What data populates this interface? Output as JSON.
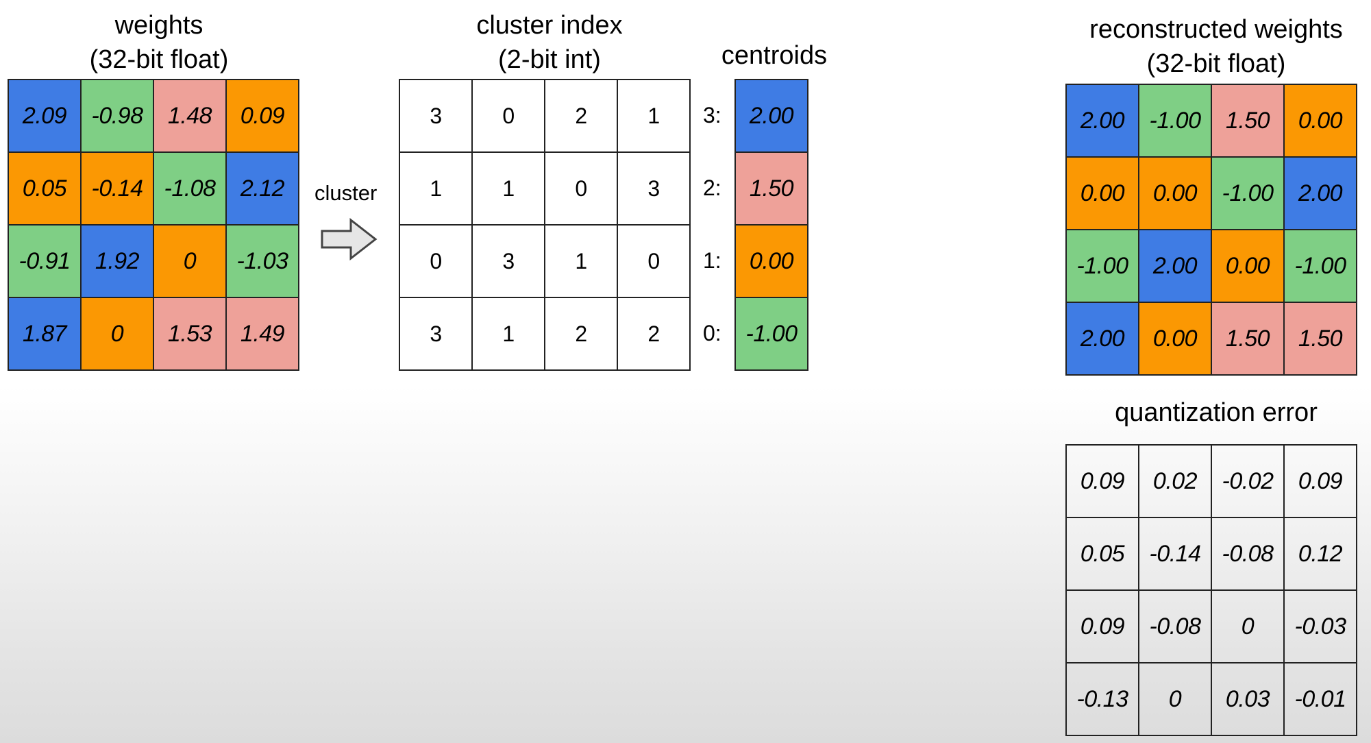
{
  "colors": {
    "blue": "#3f7ce4",
    "green": "#7fcf85",
    "red": "#eea199",
    "orange": "#fb9803"
  },
  "weights": {
    "title": "weights",
    "subtitle": "(32-bit float)",
    "cells": [
      [
        {
          "v": "2.09",
          "c": "blue"
        },
        {
          "v": "-0.98",
          "c": "green"
        },
        {
          "v": "1.48",
          "c": "red"
        },
        {
          "v": "0.09",
          "c": "orange"
        }
      ],
      [
        {
          "v": "0.05",
          "c": "orange"
        },
        {
          "v": "-0.14",
          "c": "orange"
        },
        {
          "v": "-1.08",
          "c": "green"
        },
        {
          "v": "2.12",
          "c": "blue"
        }
      ],
      [
        {
          "v": "-0.91",
          "c": "green"
        },
        {
          "v": "1.92",
          "c": "blue"
        },
        {
          "v": "0",
          "c": "orange"
        },
        {
          "v": "-1.03",
          "c": "green"
        }
      ],
      [
        {
          "v": "1.87",
          "c": "blue"
        },
        {
          "v": "0",
          "c": "orange"
        },
        {
          "v": "1.53",
          "c": "red"
        },
        {
          "v": "1.49",
          "c": "red"
        }
      ]
    ]
  },
  "arrow": {
    "label": "cluster",
    "icon": "right-arrow-icon"
  },
  "cluster_index": {
    "title": "cluster index",
    "subtitle": "(2-bit int)",
    "cells": [
      [
        "3",
        "0",
        "2",
        "1"
      ],
      [
        "1",
        "1",
        "0",
        "3"
      ],
      [
        "0",
        "3",
        "1",
        "0"
      ],
      [
        "3",
        "1",
        "2",
        "2"
      ]
    ]
  },
  "centroids": {
    "title": "centroids",
    "items": [
      {
        "label": "3:",
        "v": "2.00",
        "c": "blue"
      },
      {
        "label": "2:",
        "v": "1.50",
        "c": "red"
      },
      {
        "label": "1:",
        "v": "0.00",
        "c": "orange"
      },
      {
        "label": "0:",
        "v": "-1.00",
        "c": "green"
      }
    ]
  },
  "reconstructed": {
    "title": "reconstructed weights",
    "subtitle": "(32-bit float)",
    "cells": [
      [
        {
          "v": "2.00",
          "c": "blue"
        },
        {
          "v": "-1.00",
          "c": "green"
        },
        {
          "v": "1.50",
          "c": "red"
        },
        {
          "v": "0.00",
          "c": "orange"
        }
      ],
      [
        {
          "v": "0.00",
          "c": "orange"
        },
        {
          "v": "0.00",
          "c": "orange"
        },
        {
          "v": "-1.00",
          "c": "green"
        },
        {
          "v": "2.00",
          "c": "blue"
        }
      ],
      [
        {
          "v": "-1.00",
          "c": "green"
        },
        {
          "v": "2.00",
          "c": "blue"
        },
        {
          "v": "0.00",
          "c": "orange"
        },
        {
          "v": "-1.00",
          "c": "green"
        }
      ],
      [
        {
          "v": "2.00",
          "c": "blue"
        },
        {
          "v": "0.00",
          "c": "orange"
        },
        {
          "v": "1.50",
          "c": "red"
        },
        {
          "v": "1.50",
          "c": "red"
        }
      ]
    ]
  },
  "quantization_error": {
    "title": "quantization error",
    "cells": [
      [
        "0.09",
        "0.02",
        "-0.02",
        "0.09"
      ],
      [
        "0.05",
        "-0.14",
        "-0.08",
        "0.12"
      ],
      [
        "0.09",
        "-0.08",
        "0",
        "-0.03"
      ],
      [
        "-0.13",
        "0",
        "0.03",
        "-0.01"
      ]
    ]
  }
}
